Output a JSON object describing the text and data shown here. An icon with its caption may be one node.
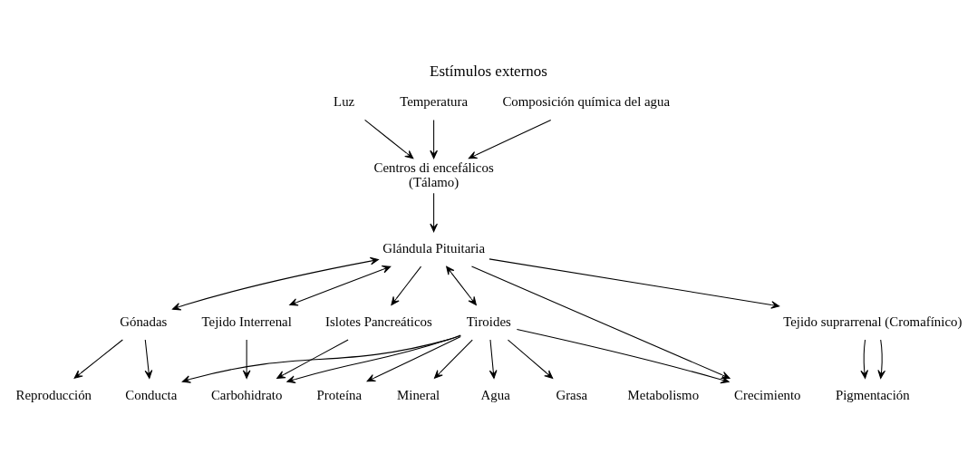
{
  "diagram": {
    "title": "Estímulos externos",
    "nodes": [
      {
        "text": [
          "Luz"
        ]
      },
      {
        "text": [
          "Temperatura"
        ]
      },
      {
        "text": [
          "Composición química del agua"
        ]
      },
      {
        "text": [
          "Centros di encefálicos",
          "(Tálamo)"
        ]
      },
      {
        "text": [
          "Glándula Pituitaria"
        ]
      },
      {
        "text": [
          "Gónadas"
        ]
      },
      {
        "text": [
          "Tiroides"
        ]
      },
      {
        "text": [
          "Tejido suprarrenal (Cromafínico)"
        ]
      },
      {
        "text": [
          "Tejido Interrenal"
        ]
      },
      {
        "text": [
          "Islotes Pancreáticos"
        ]
      },
      {
        "text": [
          "Reproducción"
        ]
      },
      {
        "text": [
          "Crecimiento"
        ]
      },
      {
        "text": [
          "Conducta"
        ]
      },
      {
        "text": [
          "Pigmentación"
        ]
      },
      {
        "text": [
          "Carbohidrato"
        ]
      },
      {
        "text": [
          "Proteína"
        ]
      },
      {
        "text": [
          "Grasa"
        ]
      },
      {
        "text": [
          "Mineral"
        ]
      },
      {
        "text": [
          "Agua"
        ]
      }
    ],
    "edges": [
      {
        "from": 0,
        "to": 3,
        "arrow": "to"
      },
      {
        "from": 1,
        "to": 3,
        "arrow": "to"
      },
      {
        "from": 2,
        "to": 3,
        "arrow": "to"
      },
      {
        "from": 3,
        "to": 4,
        "arrow": "to"
      },
      {
        "from": 4,
        "to": 5,
        "arrow": "both"
      },
      {
        "from": 4,
        "to": 6,
        "arrow": "both"
      },
      {
        "from": 4,
        "to": 11,
        "arrow": "to"
      },
      {
        "from": 4,
        "to": 7,
        "arrow": "to"
      },
      {
        "from": 4,
        "to": 8,
        "arrow": "both"
      },
      {
        "from": 4,
        "to": 9,
        "arrow": "to"
      },
      {
        "from": 5,
        "to": 10,
        "arrow": "to"
      },
      {
        "from": 5,
        "to": 12,
        "arrow": "to"
      },
      {
        "from": 6,
        "to": 11,
        "arrow": "to"
      },
      {
        "from": 6,
        "to": 12,
        "arrow": "to"
      },
      {
        "from": 6,
        "to": 14,
        "arrow": "to"
      },
      {
        "from": 6,
        "to": 15,
        "arrow": "to"
      },
      {
        "from": 6,
        "to": 16,
        "arrow": "to"
      },
      {
        "from": 6,
        "to": 17,
        "arrow": "to"
      },
      {
        "from": 6,
        "to": 18,
        "arrow": "to"
      },
      {
        "from": 7,
        "to": 13,
        "arrow": "to"
      },
      {
        "from": 7,
        "to": 13,
        "arrow": "to"
      },
      {
        "from": 8,
        "to": 14,
        "arrow": "to"
      },
      {
        "from": 9,
        "to": 14,
        "arrow": "to"
      }
    ],
    "labels": [
      "Metabolismo"
    ]
  }
}
